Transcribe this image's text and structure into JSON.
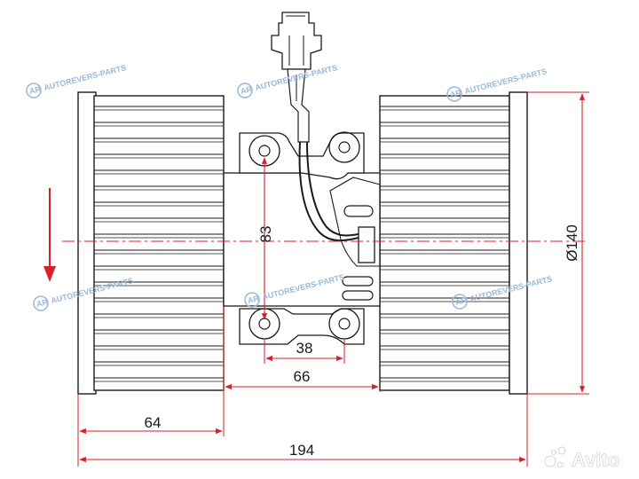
{
  "dimensions": {
    "mount_height": "83",
    "hole_spacing_small": "38",
    "hole_spacing_large": "66",
    "wheel_width": "64",
    "overall_length": "194",
    "diameter": "Ø140"
  },
  "watermarks": [
    "AUTOREVERS-PARTS",
    "AUTOREVERS-PARTS",
    "AUTOREVERS-PARTS",
    "AUTOREVERS-PARTS",
    "AUTOREVERS-PARTS",
    "AUTOREVERS-PARTS"
  ],
  "watermark_logo": "AR",
  "avito_logo": "Avito",
  "colors": {
    "dimension_red": "#d8202a",
    "outline": "#1a1a1a",
    "watermark_blue": "#9bb7d9"
  }
}
